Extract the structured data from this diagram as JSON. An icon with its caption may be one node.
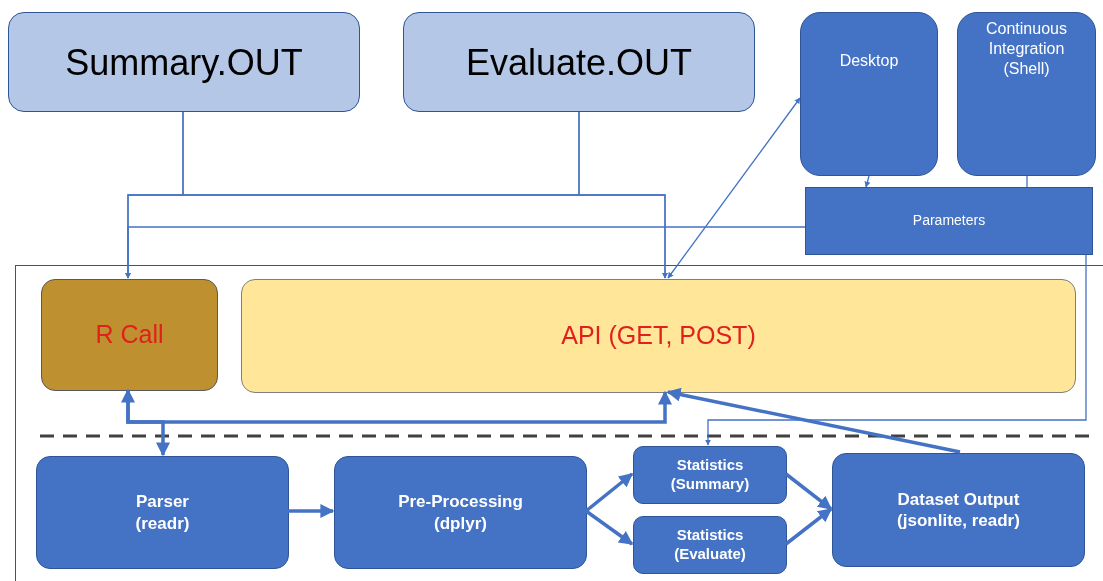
{
  "diagram": {
    "nodes": [
      {
        "text": [
          "Summary.OUT"
        ]
      },
      {
        "text": [
          "Evaluate.OUT"
        ]
      },
      {
        "text": [
          "Desktop"
        ]
      },
      {
        "text": [
          "Continuous Integration (Shell)"
        ]
      },
      {
        "text": [
          "Parameters"
        ]
      },
      {
        "text": [],
        "shape": "box"
      },
      {
        "text": [
          "R Call"
        ],
        "in": 5
      },
      {
        "text": [
          "API (GET, POST)"
        ],
        "in": 5
      },
      {
        "text": [
          "Parser (readr)"
        ],
        "in": 5
      },
      {
        "text": [
          "Pre-Processing (dplyr)"
        ],
        "in": 5
      },
      {
        "text": [
          "Statistics (Summary)"
        ],
        "in": 5
      },
      {
        "text": [
          "Statistics (Evaluate)"
        ],
        "in": 5
      },
      {
        "text": [
          "Dataset Output (jsonlite, readr)"
        ],
        "in": 5
      }
    ],
    "edges": [
      {
        "from": 0,
        "to": 6,
        "arrow": "to"
      },
      {
        "from": 0,
        "to": 7,
        "arrow": "to"
      },
      {
        "from": 1,
        "to": 6,
        "arrow": "to"
      },
      {
        "from": 1,
        "to": 7,
        "arrow": "to"
      },
      {
        "from": 4,
        "to": 6,
        "arrow": "to"
      },
      {
        "from": 7,
        "to": 2,
        "arrow": "both"
      },
      {
        "from": 2,
        "to": 4,
        "arrow": "to"
      },
      {
        "from": 3,
        "to": 4,
        "arrow": "none"
      },
      {
        "from": 4,
        "to": 10,
        "arrow": "to"
      },
      {
        "from": 6,
        "to": 7,
        "arrow": "both",
        "style": "thick"
      },
      {
        "from": 6,
        "to": 8,
        "arrow": "to",
        "style": "thick"
      },
      {
        "from": 8,
        "to": 9,
        "arrow": "to",
        "style": "thick"
      },
      {
        "from": 9,
        "to": 10,
        "arrow": "to",
        "style": "thick"
      },
      {
        "from": 9,
        "to": 11,
        "arrow": "to",
        "style": "thick"
      },
      {
        "from": 10,
        "to": 12,
        "arrow": "to",
        "style": "thick"
      },
      {
        "from": 11,
        "to": 12,
        "arrow": "to",
        "style": "thick"
      },
      {
        "from": 12,
        "to": 7,
        "arrow": "to",
        "style": "thick"
      }
    ]
  }
}
